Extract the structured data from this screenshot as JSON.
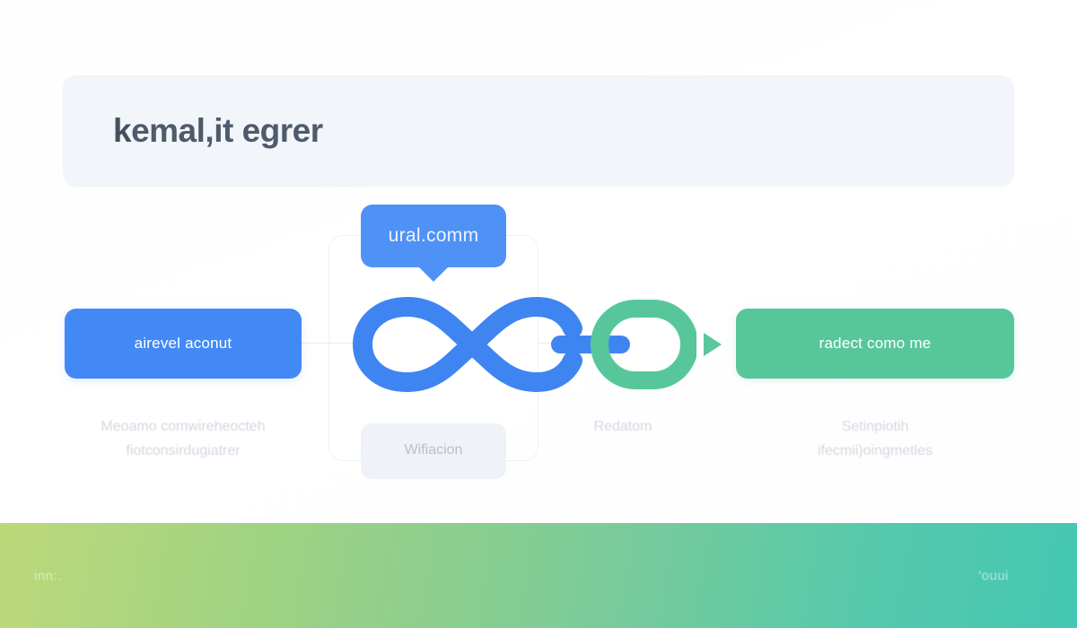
{
  "header": {
    "title": "kemal,it egrer"
  },
  "diagram": {
    "tooltip": {
      "label": "ural.comm"
    },
    "nodes": {
      "left_pill": "airevel aconut",
      "right_pill": "radect como me",
      "mid_badge": "Wifiacion"
    },
    "captions": {
      "left_line1": "Meoamo comwireheocteh",
      "left_line2": "fiotconsirdugiatrer",
      "arrow_label": "Redatom",
      "right_line1": "Setinpiotih",
      "right_line2": "ifecmii)oingmetles"
    },
    "icons": {
      "link": "infinity-link-icon",
      "arrow": "play-arrow-icon"
    }
  },
  "footer": {
    "left_text": "inn:.",
    "right_text": "'ouui"
  },
  "colors": {
    "blue": "#4389f5",
    "green": "#57c79b",
    "tooltip_blue": "#4f92f6",
    "header_panel": "#f2f5fa",
    "caption_gray": "#d2d8e0"
  }
}
